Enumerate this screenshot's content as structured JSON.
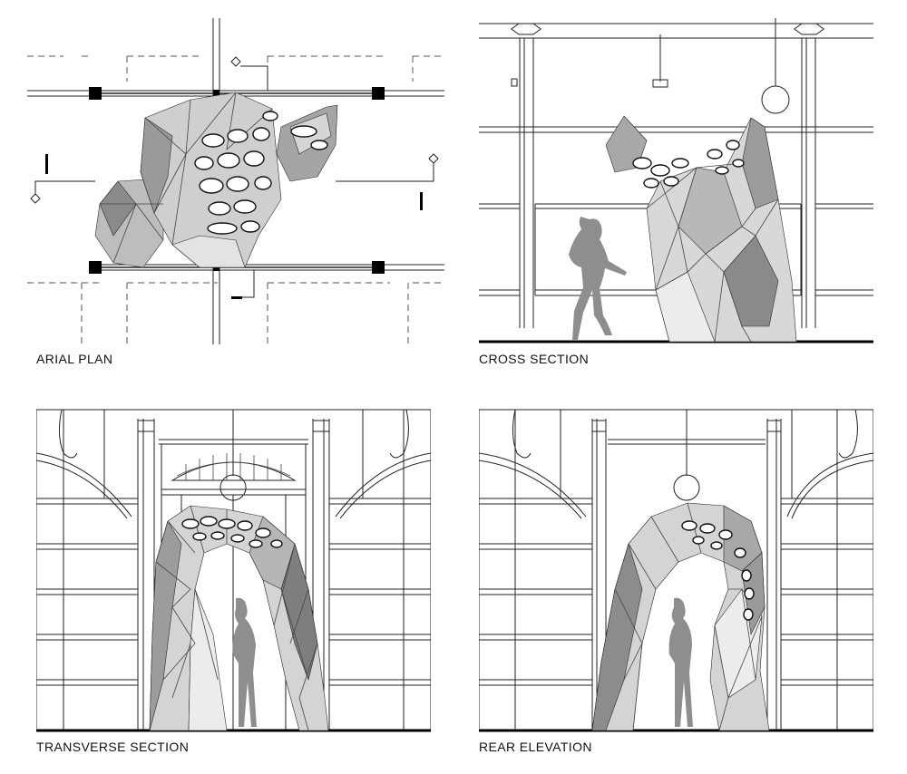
{
  "panels": [
    {
      "id": "plan",
      "caption": "ARIAL PLAN"
    },
    {
      "id": "cross",
      "caption": "CROSS SECTION"
    },
    {
      "id": "transverse",
      "caption": "TRANSVERSE SECTION"
    },
    {
      "id": "rear",
      "caption": "REAR ELEVATION"
    }
  ],
  "colors": {
    "ink": "#222222",
    "mesh_light": "#e2e2e2",
    "mesh_mid": "#b4b4b4",
    "mesh_dark": "#7a7a7a",
    "silhouette": "#8e8e8e",
    "ground": "#000000"
  }
}
